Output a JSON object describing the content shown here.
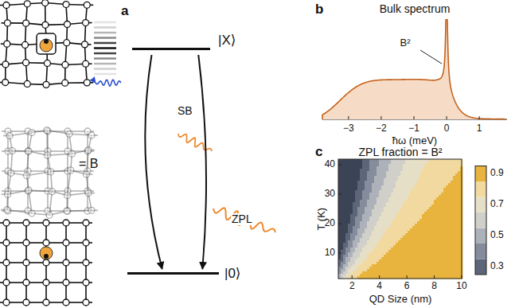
{
  "diagram": {
    "nodes": [
      {
        "text": [
          "|X⟩"
        ]
      },
      {
        "text": [
          "|0⟩"
        ]
      }
    ],
    "edges": [
      {
        "from": 0,
        "to": 1,
        "arrow": "to",
        "label": "SB"
      },
      {
        "from": 0,
        "to": 1,
        "arrow": "to",
        "label": "ZPL"
      }
    ],
    "labels": [
      "a",
      "= B",
      "b",
      "Bulk spectrum",
      "B²",
      "−3",
      "−2",
      "−1",
      "0",
      "1",
      "ħω (meV)",
      "c",
      "ZPL fraction = B²",
      "40",
      "30",
      "20",
      "10",
      "T (K)",
      "2",
      "4",
      "6",
      "8",
      "10",
      "QD Size (nm)",
      "0.9",
      "0.7",
      "0.5",
      "0.3"
    ]
  }
}
